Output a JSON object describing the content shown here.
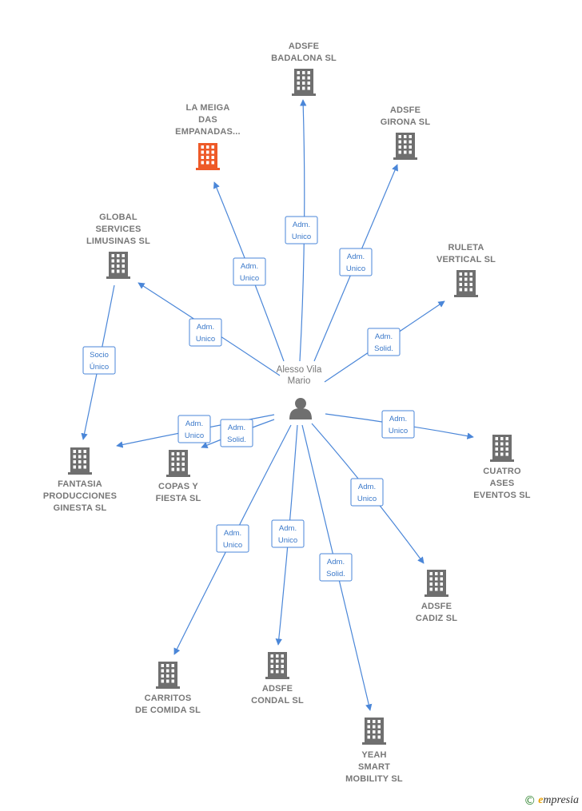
{
  "center": {
    "name_lines": [
      "Alesso Vila",
      "Mario"
    ],
    "icon": "person-icon"
  },
  "icon_colors": {
    "company": "#6f6f6f",
    "highlight": "#ee5a28",
    "edge": "#4a86d8"
  },
  "companies": [
    {
      "id": "badalona",
      "lines": [
        "ADSFE",
        "BADALONA SL"
      ],
      "highlight": false,
      "icon": "building-icon"
    },
    {
      "id": "la-meiga",
      "lines": [
        "LA MEIGA",
        "DAS",
        "EMPANADAS..."
      ],
      "highlight": true,
      "icon": "building-icon"
    },
    {
      "id": "girona",
      "lines": [
        "ADSFE",
        "GIRONA SL"
      ],
      "highlight": false,
      "icon": "building-icon"
    },
    {
      "id": "global",
      "lines": [
        "GLOBAL",
        "SERVICES",
        "LIMUSINAS SL"
      ],
      "highlight": false,
      "icon": "building-icon"
    },
    {
      "id": "ruleta",
      "lines": [
        "RULETA",
        "VERTICAL  SL"
      ],
      "highlight": false,
      "icon": "building-icon"
    },
    {
      "id": "fantasia",
      "lines": [
        "FANTASIA",
        "PRODUCCIONES",
        "GINESTA SL"
      ],
      "highlight": false,
      "icon": "building-icon"
    },
    {
      "id": "copas",
      "lines": [
        "COPAS Y",
        "FIESTA  SL"
      ],
      "highlight": false,
      "icon": "building-icon"
    },
    {
      "id": "cuatro",
      "lines": [
        "CUATRO",
        "ASES",
        "EVENTOS SL"
      ],
      "highlight": false,
      "icon": "building-icon"
    },
    {
      "id": "cadiz",
      "lines": [
        "ADSFE",
        "CADIZ SL"
      ],
      "highlight": false,
      "icon": "building-icon"
    },
    {
      "id": "carritos",
      "lines": [
        "CARRITOS",
        "DE COMIDA  SL"
      ],
      "highlight": false,
      "icon": "building-icon"
    },
    {
      "id": "condal",
      "lines": [
        "ADSFE",
        "CONDAL SL"
      ],
      "highlight": false,
      "icon": "building-icon"
    },
    {
      "id": "yeah",
      "lines": [
        "YEAH",
        "SMART",
        "MOBILITY  SL"
      ],
      "highlight": false,
      "icon": "building-icon"
    }
  ],
  "relations": [
    {
      "target": "badalona",
      "lines": [
        "Adm.",
        "Unico"
      ]
    },
    {
      "target": "la-meiga",
      "lines": [
        "Adm.",
        "Unico"
      ]
    },
    {
      "target": "girona",
      "lines": [
        "Adm.",
        "Unico"
      ]
    },
    {
      "target": "global",
      "lines": [
        "Adm.",
        "Unico"
      ]
    },
    {
      "target": "ruleta",
      "lines": [
        "Adm.",
        "Solid."
      ]
    },
    {
      "target": "fantasia",
      "lines": [
        "Adm.",
        "Unico"
      ]
    },
    {
      "target": "copas",
      "lines": [
        "Adm.",
        "Solid."
      ]
    },
    {
      "target": "cuatro",
      "lines": [
        "Adm.",
        "Unico"
      ]
    },
    {
      "target": "cadiz",
      "lines": [
        "Adm.",
        "Unico"
      ]
    },
    {
      "target": "carritos",
      "lines": [
        "Adm.",
        "Unico"
      ]
    },
    {
      "target": "condal",
      "lines": [
        "Adm.",
        "Unico"
      ]
    },
    {
      "target": "yeah",
      "lines": [
        "Adm.",
        "Solid."
      ]
    },
    {
      "source": "global",
      "target": "fantasia",
      "lines": [
        "Socio",
        "Único"
      ]
    }
  ],
  "brand": {
    "copyright": "©",
    "initial": "e",
    "rest": "mpresia"
  }
}
